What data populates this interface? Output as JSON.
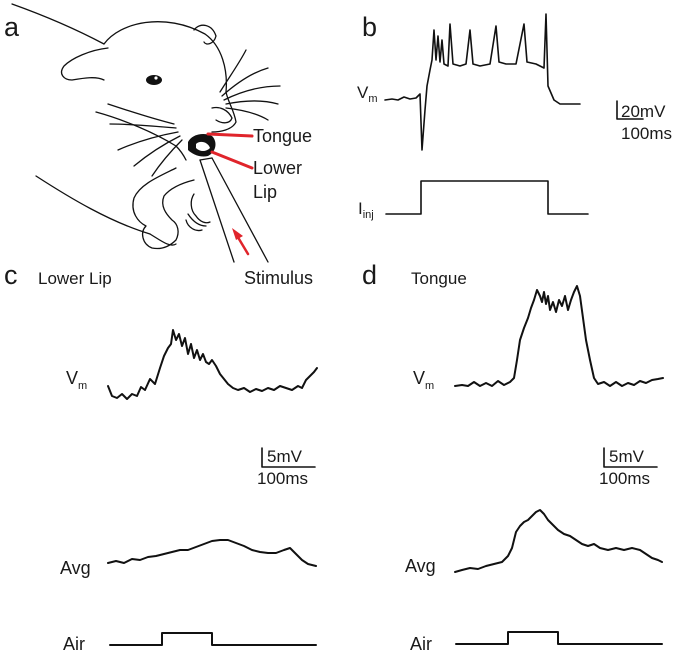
{
  "panels": {
    "a": {
      "letter": "a",
      "labels": {
        "tongue": "Tongue",
        "lower_lip_1": "Lower",
        "lower_lip_2": "Lip",
        "stimulus": "Stimulus"
      },
      "marker_color": "#e0242b"
    },
    "b": {
      "letter": "b",
      "vm": "V",
      "vm_sub": "m",
      "iinj": "I",
      "iinj_sub": "inj",
      "scale_v": "20mV",
      "scale_t": "100ms"
    },
    "c": {
      "letter": "c",
      "title": "Lower Lip",
      "vm": "V",
      "vm_sub": "m",
      "scale_v": "5mV",
      "scale_t": "100ms",
      "avg": "Avg",
      "air": "Air"
    },
    "d": {
      "letter": "d",
      "title": "Tongue",
      "vm": "V",
      "vm_sub": "m",
      "scale_v": "5mV",
      "scale_t": "100ms",
      "avg": "Avg",
      "air": "Air"
    }
  }
}
